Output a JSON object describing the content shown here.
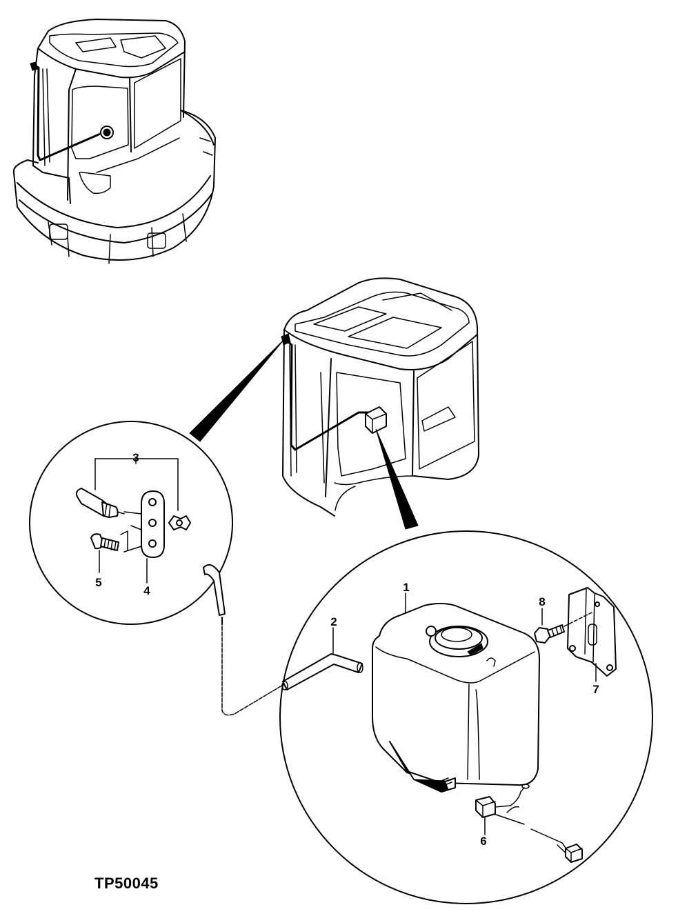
{
  "diagram": {
    "reference_code": "TP50045",
    "callouts": {
      "tank": "1",
      "hose": "2",
      "nozzle_assembly": "3",
      "plate": "4",
      "screw": "5",
      "harness": "6",
      "bracket": "7",
      "bolt": "8"
    }
  }
}
